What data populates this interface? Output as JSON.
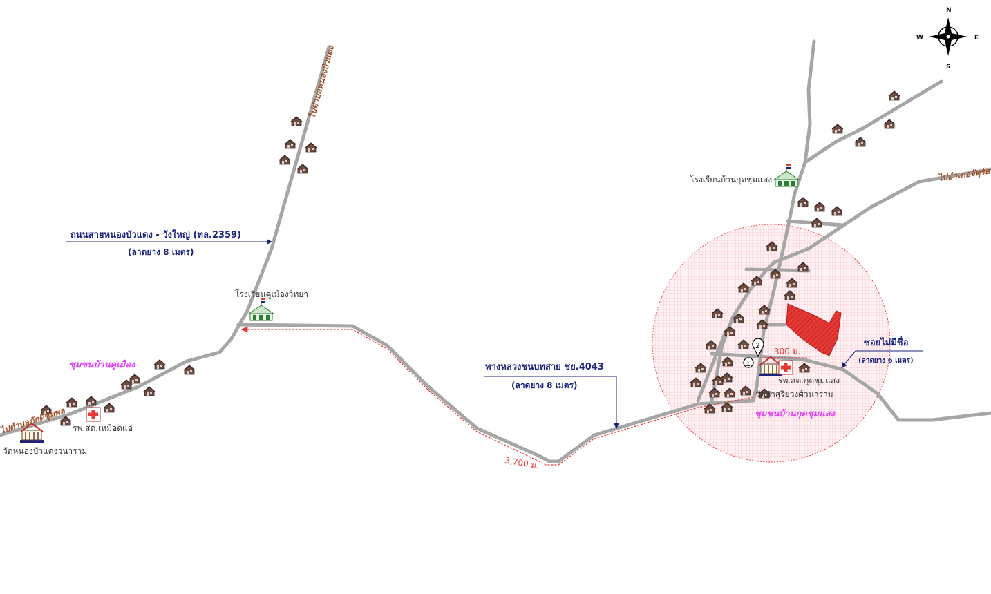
{
  "colors": {
    "road": "#a6a6a6",
    "route": "#e53935",
    "buffer": "#ef9a9a",
    "site": "#e53935",
    "house": "#6d4c41",
    "callout": "#1a237e",
    "community": "#e040fb",
    "destination": "#a0522d"
  },
  "compass": {
    "n": "N",
    "s": "S",
    "e": "E",
    "w": "W"
  },
  "roads": {
    "main_left": {
      "name": "ถนนสายหนองบัวแดง - วังใหญ่ (ทล.2359)",
      "surface": "(ลาดยาง 8 เมตร)"
    },
    "rural": {
      "name": "ทางหลวงชนบทสาย ชย.4043",
      "surface": "(ลาดยาง 8 เมตร)"
    },
    "soi": {
      "name": "ซอยไม่มีชื่อ",
      "surface": "(ลาดยาง 6 เมตร)"
    }
  },
  "destinations": {
    "north_left": "ไปตำบลหนองบัวแดง",
    "west": "ไปตำบลภักดีชุมพล",
    "east": "ไปอำเภอจัตุรัส"
  },
  "places": {
    "school_left": "โรงเรียนคูเมืองวิทยา",
    "school_right": "โรงเรียนบ้านกุดชุมแสง",
    "community_left": "ชุมชนบ้านคูเมือง",
    "community_right": "ชุมชนบ้านกุดชุมแสง",
    "health_left": "รพ.สต.เหมือดแอ่",
    "health_right": "รพ.สต.กุดชุมแสง",
    "temple_left": "วัดหนองบัวแดงวนาราม",
    "temple_right": "วัดป่าสุริยวงศ์วนาราม"
  },
  "distances": {
    "far": "3,700 ม.",
    "near": "300 ม."
  },
  "markers": {
    "one": "1",
    "two": "2"
  }
}
